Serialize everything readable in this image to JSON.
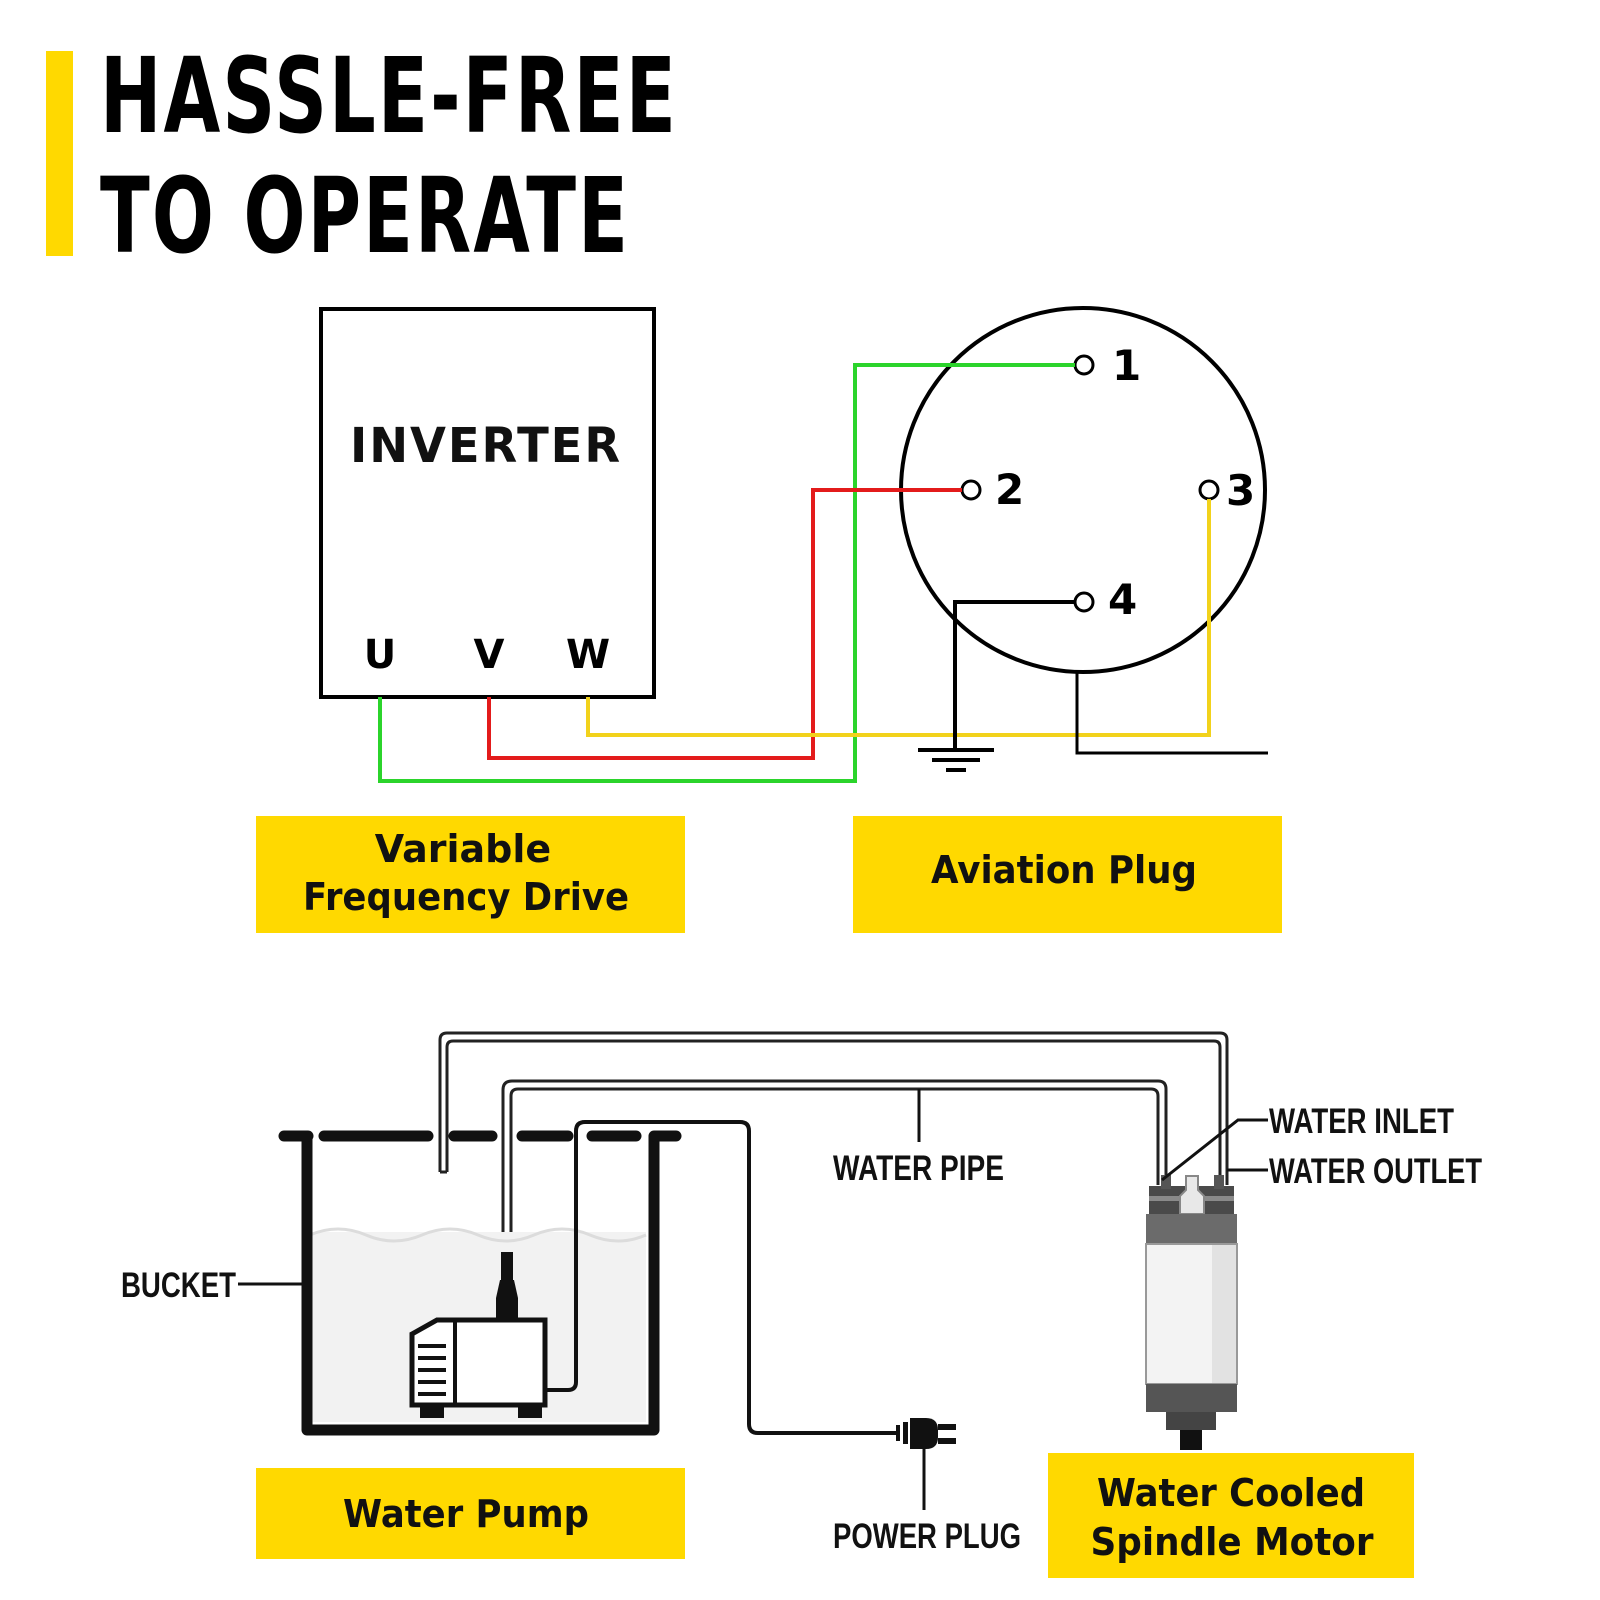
{
  "title": {
    "line1": "HASSLE-FREE",
    "line2": "TO OPERATE"
  },
  "colors": {
    "accent": "#FFD900",
    "wire_u": "#2BD42B",
    "wire_v": "#E31B1B",
    "wire_w": "#F2D21B",
    "line": "#000000"
  },
  "inverter": {
    "label": "INVERTER",
    "terminals": [
      "U",
      "V",
      "W"
    ]
  },
  "aviation_plug": {
    "pins": [
      "1",
      "2",
      "3",
      "4"
    ]
  },
  "tags": {
    "vfd_line1": "Variable",
    "vfd_line2": "Frequency Drive",
    "aviation_plug": "Aviation Plug",
    "water_pump": "Water Pump",
    "spindle_line1": "Water Cooled",
    "spindle_line2": "Spindle Motor"
  },
  "callouts": {
    "bucket": "BUCKET",
    "water_pipe": "WATER PIPE",
    "water_inlet": "WATER INLET",
    "water_outlet": "WATER OUTLET",
    "power_plug": "POWER PLUG"
  }
}
